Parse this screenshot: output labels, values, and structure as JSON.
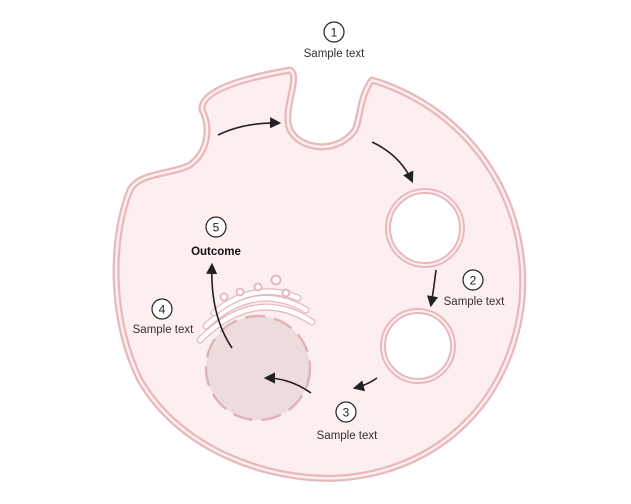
{
  "steps": [
    {
      "number": "1",
      "label": "Sample text"
    },
    {
      "number": "2",
      "label": "Sample text"
    },
    {
      "number": "3",
      "label": "Sample text"
    },
    {
      "number": "4",
      "label": "Sample text"
    },
    {
      "number": "5",
      "label": "Outcome"
    }
  ],
  "colors": {
    "cell_fill": "#fdeff0",
    "cell_stroke": "#e8b9bb",
    "vesicle_fill": "#ffffff",
    "lysosome_fill": "#eedcdd",
    "lysosome_stroke": "#ddb5b7",
    "arrow": "#222222"
  },
  "icons": {
    "cell": "cell-membrane-icon",
    "vesicle": "vesicle-icon",
    "lysosome": "lysosome-icon",
    "golgi": "golgi-apparatus-icon"
  }
}
